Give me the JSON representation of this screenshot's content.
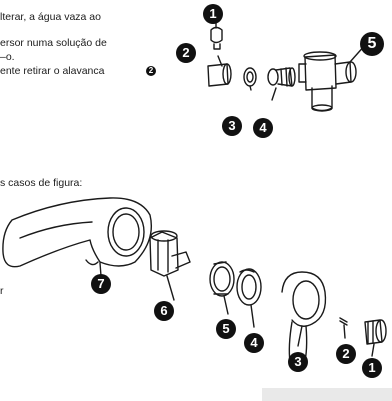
{
  "text": {
    "line1": "lterar, a água vaza ao",
    "line2": "ersor numa solução de",
    "line3": "–o.",
    "line4": "ente retirar o alavanca",
    "line5": "s casos de figura:",
    "line6": "r"
  },
  "callouts": {
    "inline": "2",
    "top": [
      "1",
      "2",
      "3",
      "4",
      "5"
    ],
    "bottom": [
      "7",
      "6",
      "5",
      "4",
      "3",
      "2",
      "1"
    ]
  }
}
